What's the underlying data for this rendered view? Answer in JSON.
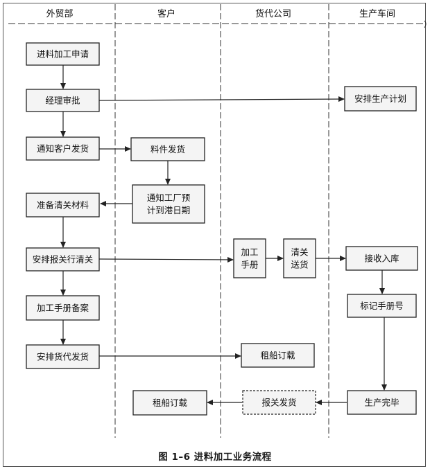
{
  "lanes": [
    "外贸部",
    "客户",
    "货代公司",
    "生产车间"
  ],
  "nodes": {
    "n1": [
      "进料加工申请"
    ],
    "n2": [
      "经理审批"
    ],
    "n3": [
      "通知客户发货"
    ],
    "n4": [
      "准备清关材料"
    ],
    "n5": [
      "安排报关行清关"
    ],
    "n6": [
      "加工手册备案"
    ],
    "n7": [
      "安排货代发货"
    ],
    "c1": [
      "料件发货"
    ],
    "c2": [
      "通知工厂预",
      "计到港日期"
    ],
    "c3": [
      "租船订载"
    ],
    "f1": [
      "加工",
      "手册"
    ],
    "f2": [
      "清关",
      "送货"
    ],
    "f3": [
      "租船订载"
    ],
    "f4": [
      "报关发货"
    ],
    "p1": [
      "安排生产计划"
    ],
    "p2": [
      "接收入库"
    ],
    "p3": [
      "标记手册号"
    ],
    "p4": [
      "生产完毕"
    ]
  },
  "caption": "图 1–6    进料加工业务流程"
}
